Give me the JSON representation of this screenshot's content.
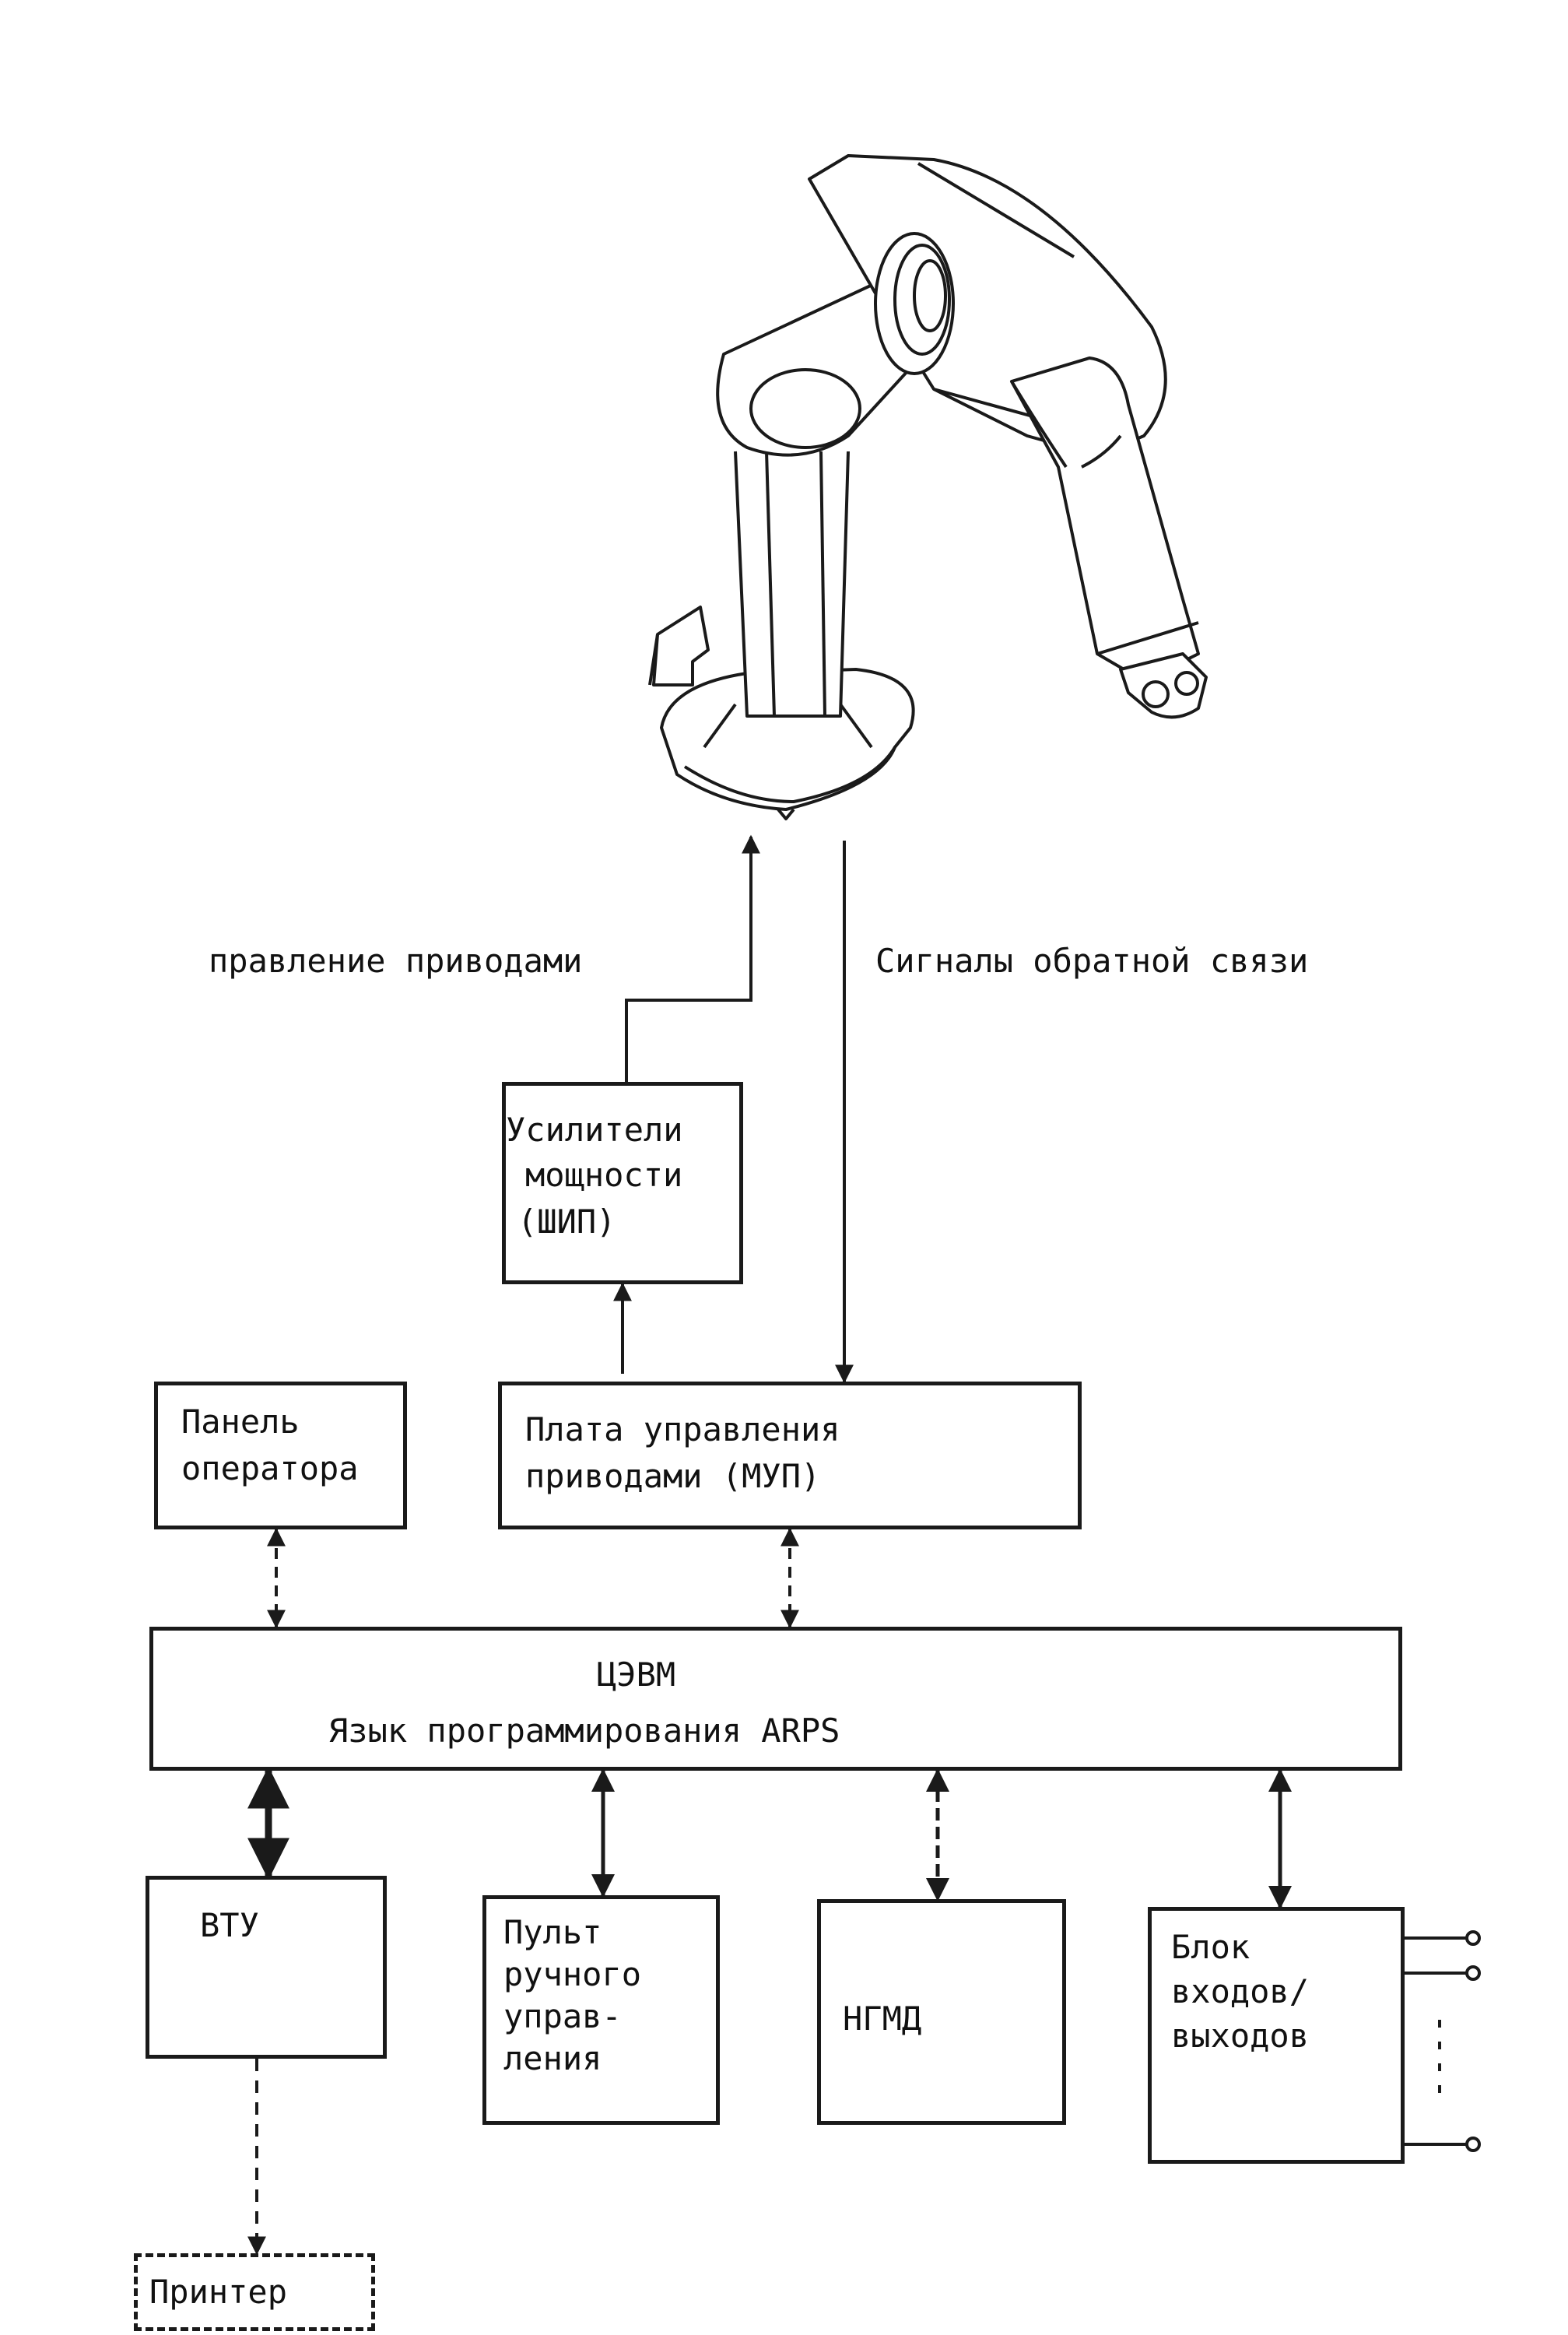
{
  "labels": {
    "control": "правление приводами",
    "feedback": "Сигналы обратной связи"
  },
  "boxes": {
    "amplifiers": [
      "Усилители",
      "мощности",
      "(ШИП)"
    ],
    "operator_panel": [
      "Панель",
      "оператора"
    ],
    "drive_board": [
      "Плата управления",
      "приводами (МУП)"
    ],
    "cpu": [
      "ЦЭВМ",
      "Язык программирования ARPS"
    ],
    "vtu": "ВТУ",
    "manual_console": [
      "Пульт",
      "ручного",
      "управ-",
      "ления"
    ],
    "ngmd": "НГМД",
    "io_block": [
      "Блок",
      "входов/",
      "выходов"
    ],
    "printer": "Принтер"
  }
}
